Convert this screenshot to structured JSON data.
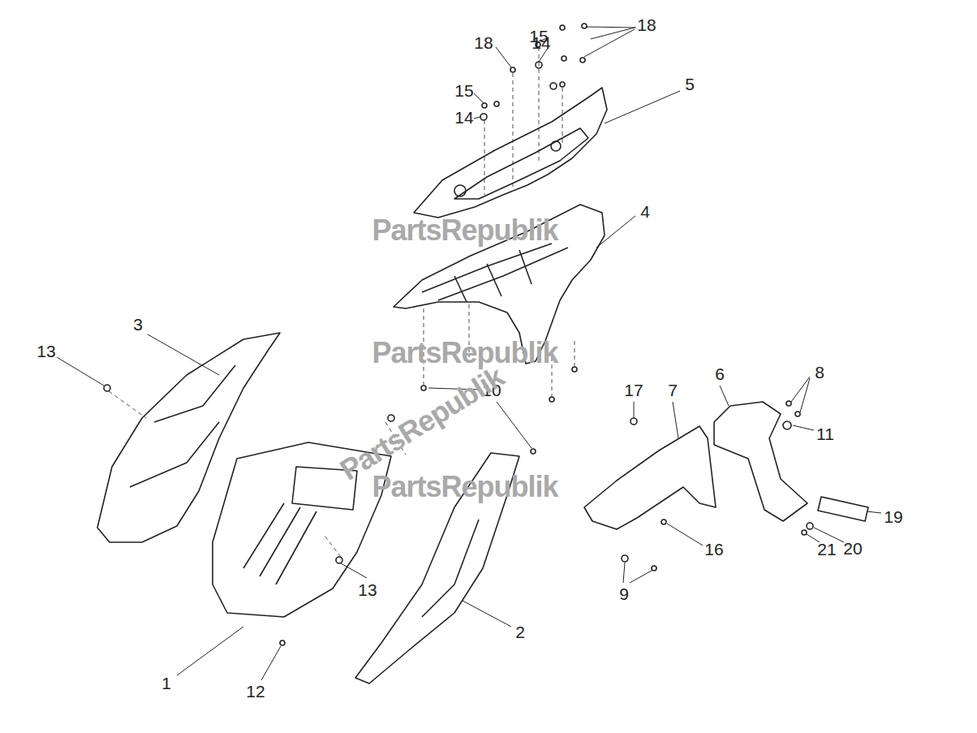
{
  "diagram": {
    "labels": [
      "15",
      "18",
      "18",
      "14",
      "15",
      "14",
      "5",
      "4",
      "3",
      "13",
      "10",
      "6",
      "8",
      "17",
      "7",
      "11",
      "13",
      "9",
      "16",
      "19",
      "20",
      "21",
      "1",
      "2",
      "12",
      "PartsRepublik",
      "PartsRepublik",
      "PartsRepublik",
      "PartsRepublik"
    ]
  }
}
